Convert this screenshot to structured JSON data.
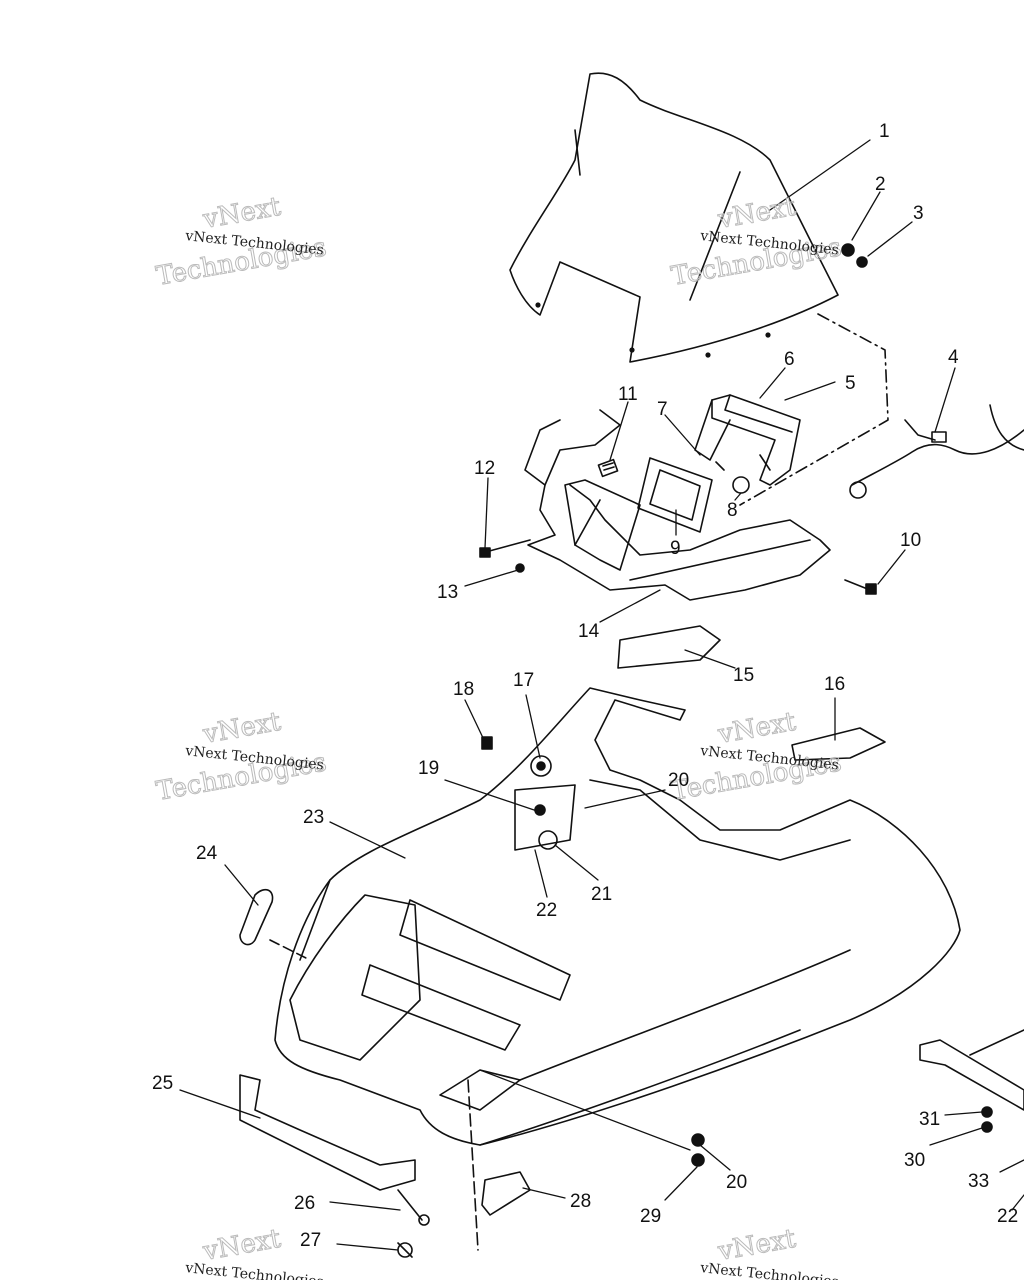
{
  "watermark": {
    "line": "vNext Technologies",
    "big_top": "vNext",
    "big_bottom": "Technologies"
  },
  "callouts": [
    {
      "id": "c1",
      "text": "1"
    },
    {
      "id": "c2",
      "text": "2"
    },
    {
      "id": "c3",
      "text": "3"
    },
    {
      "id": "c4",
      "text": "4"
    },
    {
      "id": "c5",
      "text": "5"
    },
    {
      "id": "c6",
      "text": "6"
    },
    {
      "id": "c7",
      "text": "7"
    },
    {
      "id": "c8",
      "text": "8"
    },
    {
      "id": "c9",
      "text": "9"
    },
    {
      "id": "c10",
      "text": "10"
    },
    {
      "id": "c11",
      "text": "11"
    },
    {
      "id": "c12",
      "text": "12"
    },
    {
      "id": "c13",
      "text": "13"
    },
    {
      "id": "c14",
      "text": "14"
    },
    {
      "id": "c15",
      "text": "15"
    },
    {
      "id": "c16",
      "text": "16"
    },
    {
      "id": "c17",
      "text": "17"
    },
    {
      "id": "c18",
      "text": "18"
    },
    {
      "id": "c19",
      "text": "19"
    },
    {
      "id": "c20a",
      "text": "20"
    },
    {
      "id": "c21",
      "text": "21"
    },
    {
      "id": "c22a",
      "text": "22"
    },
    {
      "id": "c23",
      "text": "23"
    },
    {
      "id": "c24",
      "text": "24"
    },
    {
      "id": "c25",
      "text": "25"
    },
    {
      "id": "c26",
      "text": "26"
    },
    {
      "id": "c27",
      "text": "27"
    },
    {
      "id": "c28",
      "text": "28"
    },
    {
      "id": "c29",
      "text": "29"
    },
    {
      "id": "c20b",
      "text": "20"
    },
    {
      "id": "c30",
      "text": "30"
    },
    {
      "id": "c31",
      "text": "31"
    },
    {
      "id": "c33",
      "text": "33"
    },
    {
      "id": "c22b",
      "text": "22"
    }
  ]
}
